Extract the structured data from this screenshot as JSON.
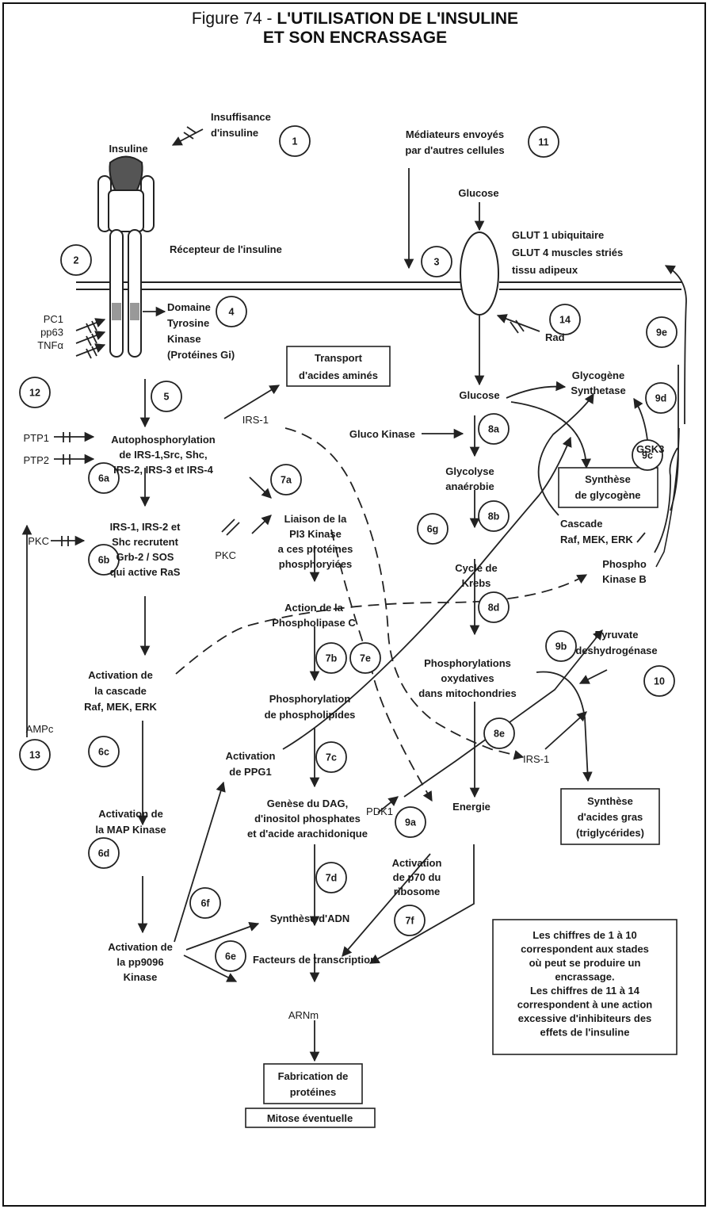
{
  "title": {
    "prefix": "Figure 74  - ",
    "line1": "L'UTILISATION DE L'INSULINE",
    "line2": "ET SON ENCRASSAGE"
  },
  "labels": {
    "insuffisance": [
      "Insuffisance",
      "d'insuline"
    ],
    "insuline": [
      "Insuline"
    ],
    "recepteur": [
      "Récepteur de l'insuline"
    ],
    "domaine": [
      "Domaine",
      "Tyrosine",
      "Kinase",
      "(Protéines Gi)"
    ],
    "pc1": [
      "PC1",
      "pp63",
      "TNFα"
    ],
    "mediateurs": [
      "Médiateurs envoyés",
      "par d'autres cellules"
    ],
    "glucose_top": [
      "Glucose"
    ],
    "glut": [
      "GLUT 1 ubiquitaire",
      "GLUT 4 muscles striés",
      "tissu adipeux"
    ],
    "rad": [
      "Rad"
    ],
    "glucose_in": [
      "Glucose"
    ],
    "glycogene_synth": [
      "Glycogène",
      "Synthetase"
    ],
    "gluco_kinase": [
      "Gluco Kinase"
    ],
    "gsk3": [
      "GSK3"
    ],
    "glycolyse": [
      "Glycolyse",
      "anaérobie"
    ],
    "cascade_r": [
      "Cascade",
      "Raf, MEK, ERK"
    ],
    "phospho_kinase_b": [
      "Phospho",
      "Kinase B"
    ],
    "cycle_krebs": [
      "Cycle de",
      "Krebs"
    ],
    "pyruvate": [
      "Pyruvate",
      "deshydrogénase"
    ],
    "phosphorylations_ox": [
      "Phosphorylations",
      "oxydatives",
      "dans mitochondries"
    ],
    "irs1_right": [
      "IRS-1"
    ],
    "energie": [
      "Energie"
    ],
    "pdk1": [
      "PDK1"
    ],
    "activation_p70": [
      "Activation",
      "de p70 du",
      "ribosome"
    ],
    "irs1_top": [
      "IRS-1"
    ],
    "ptp": [
      "PTP1",
      "PTP2"
    ],
    "autophos": [
      "Autophosphorylation",
      "de IRS-1,Src, Shc,",
      "IRS-2, IRS-3 et IRS-4"
    ],
    "liaison": [
      "Liaison de la",
      "PI3 Kinase",
      "a ces protéines",
      "phosphoryiées"
    ],
    "pkc_left": [
      "PKC"
    ],
    "irs_recrutent": [
      "IRS-1, IRS-2 et",
      "Shc recrutent",
      "Grb-2 / SOS",
      "qui active RaS"
    ],
    "pkc_mid": [
      "PKC"
    ],
    "action_phospholipase": [
      "Action de la",
      "Phospholipase C"
    ],
    "activation_cascade": [
      "Activation de",
      "la cascade",
      "Raf, MEK, ERK"
    ],
    "phosphorylation_pl": [
      "Phosphorylation",
      "de phospholipides"
    ],
    "activation_ppg1": [
      "Activation",
      "de PPG1"
    ],
    "ampc": [
      "AMPc"
    ],
    "genese": [
      "Genèse du DAG,",
      "d'inositol phosphates",
      "et d'acide arachidonique"
    ],
    "activation_map": [
      "Activation de",
      "la MAP Kinase"
    ],
    "synthese_adn": [
      "Synthèse d'ADN"
    ],
    "activation_pp9096": [
      "Activation de",
      "la pp9096",
      "Kinase"
    ],
    "facteurs": [
      "Facteurs de transcription"
    ],
    "arnm": [
      "ARNm"
    ]
  },
  "boxes": {
    "transport": [
      "Transport",
      "d'acides aminés"
    ],
    "synthese_glycogene": [
      "Synthèse",
      "de glycogène"
    ],
    "synthese_acides": [
      "Synthèse",
      "d'acides gras",
      "(triglycérides)"
    ],
    "fabrication": [
      "Fabrication de",
      "protéines"
    ],
    "mitose": [
      "Mitose éventuelle"
    ],
    "note": [
      "Les chiffres de 1 à 10",
      "correspondent aux stades",
      "où peut se produire un",
      "encrassage.",
      "Les chiffres de 11 à 14",
      "correspondent à une action",
      "excessive d'inhibiteurs des",
      "effets de l'insuline"
    ]
  },
  "circles": [
    "1",
    "2",
    "3",
    "4",
    "5",
    "6a",
    "6b",
    "6c",
    "6d",
    "6e",
    "6f",
    "6g",
    "7a",
    "7b",
    "7c",
    "7d",
    "7e",
    "7f",
    "8a",
    "8b",
    "8d",
    "8e",
    "9a",
    "9b",
    "9c",
    "9d",
    "9e",
    "10",
    "11",
    "12",
    "13",
    "14"
  ]
}
